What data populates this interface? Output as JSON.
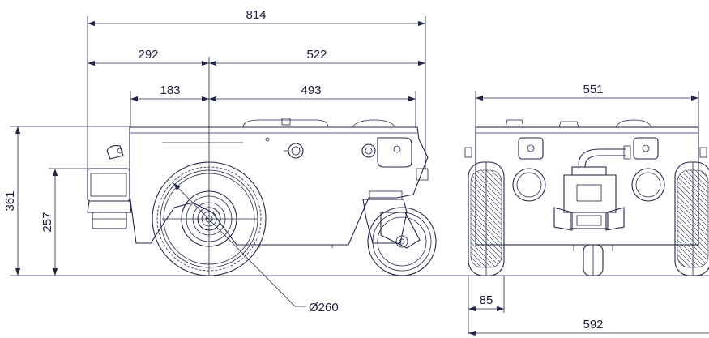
{
  "drawing": {
    "dimensions": {
      "overall_length": "814",
      "front_to_wheel_axis": "292",
      "wheel_axis_to_rear": "522",
      "body_front_to_wheel_axis": "183",
      "wheel_axis_to_body_rear": "493",
      "overall_height": "361",
      "bumper_height": "257",
      "wheel_diameter": "Ø260",
      "body_width": "551",
      "wheel_width": "85",
      "overall_width": "592"
    }
  }
}
